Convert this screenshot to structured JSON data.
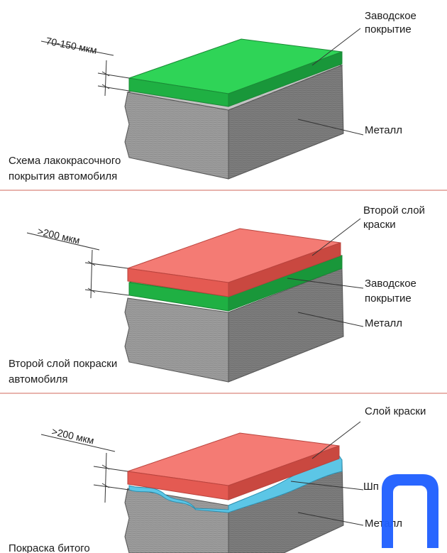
{
  "panels": [
    {
      "measure": "70-150 мкм",
      "caption": [
        "Схема лакокрасочного",
        "покрытия автомобиля"
      ],
      "labels": [
        {
          "lines": [
            "Заводское",
            "покрытие"
          ]
        },
        {
          "lines": [
            "Металл"
          ]
        }
      ]
    },
    {
      "measure": ">200 мкм",
      "caption": [
        "Второй слой покраски",
        "автомобиля"
      ],
      "labels": [
        {
          "lines": [
            "Второй слой",
            "краски"
          ]
        },
        {
          "lines": [
            "Заводское",
            "покрытие"
          ]
        },
        {
          "lines": [
            "Металл"
          ]
        }
      ]
    },
    {
      "measure": ">200 мкм",
      "caption": [
        "Покраска битого"
      ],
      "labels": [
        {
          "lines": [
            "Слой краски"
          ]
        },
        {
          "lines": [
            "Шп"
          ]
        },
        {
          "lines": [
            "Металл"
          ]
        }
      ]
    }
  ],
  "colors": {
    "metal": "#9a9a9a",
    "factory_coat": "#22c44a",
    "paint": "#f06a63",
    "putty": "#5cc6e6",
    "separator": "#e8b3ad",
    "logo": "#1e5eff"
  },
  "logo_icon": "p-logo-icon"
}
